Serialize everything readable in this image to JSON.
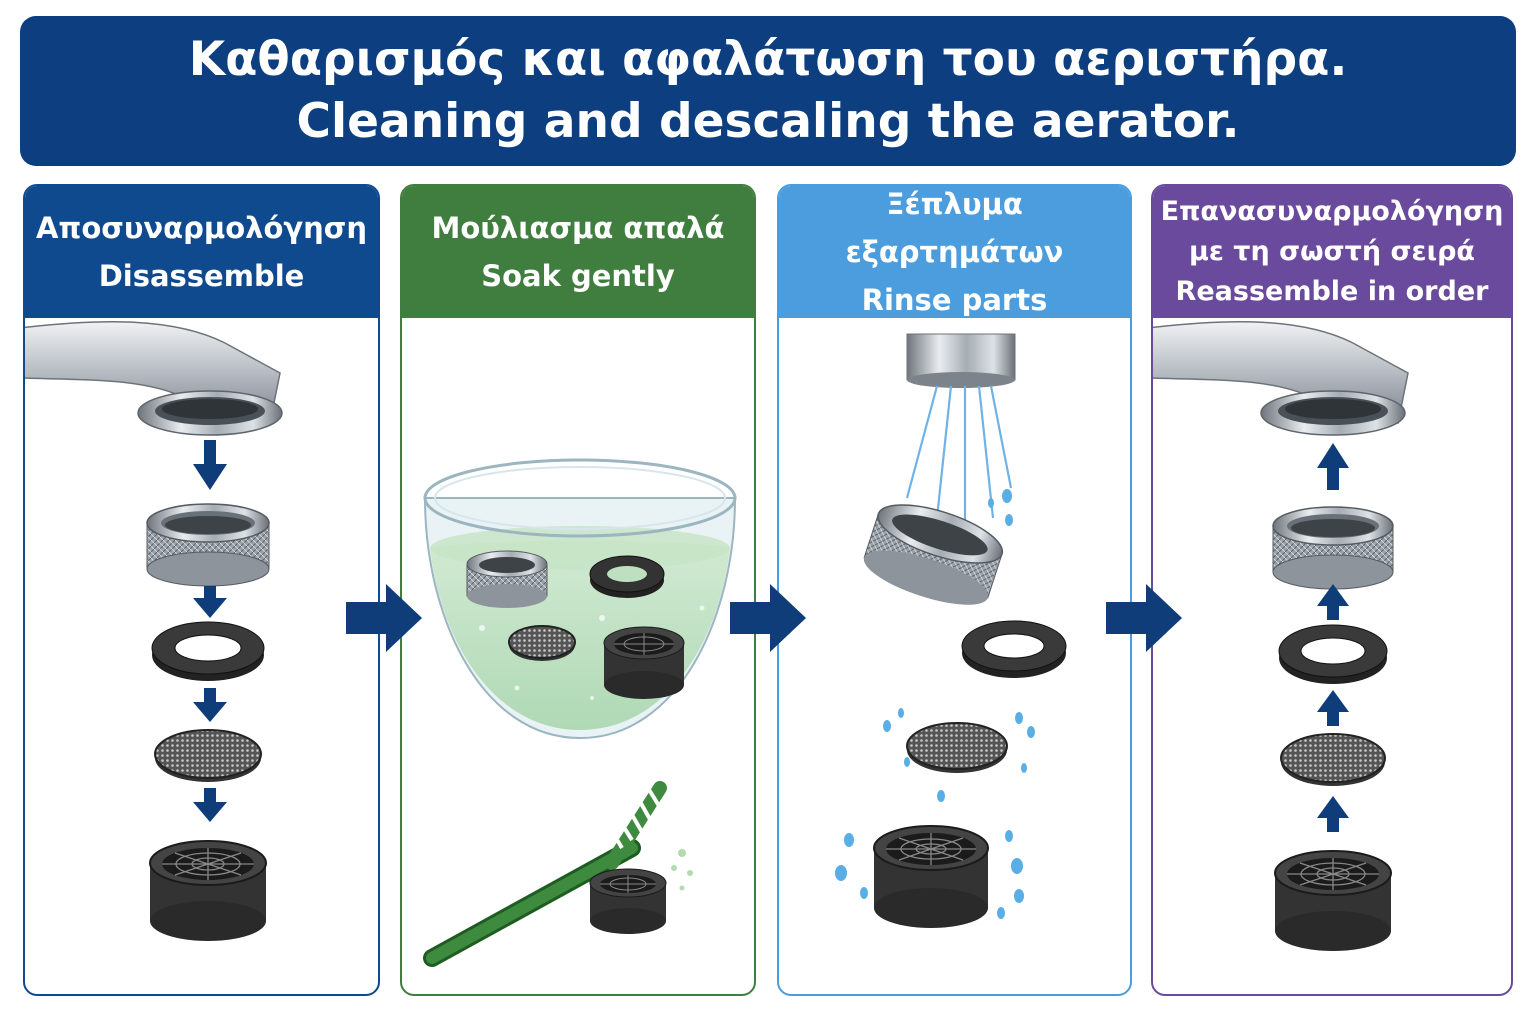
{
  "title": {
    "line1": "Καθαρισμός και αφαλάτωση του αεριστήρα.",
    "line2": "Cleaning and descaling the aerator."
  },
  "steps": [
    {
      "greek": "Αποσυναρμολόγηση",
      "english": "Disassemble",
      "color": "#104a8e"
    },
    {
      "greek": "Μούλιασμα απαλά",
      "english": "Soak gently",
      "color": "#3f7e3e"
    },
    {
      "greek": "Ξέπλυμα εξαρτημάτων",
      "english": "Rinse parts",
      "color": "#4b9ddd"
    },
    {
      "greek_line1": "Επανασυναρμολόγηση",
      "greek_line2": "με τη σωστή σειρά",
      "english": "Reassemble in order",
      "color": "#6a4a9c"
    }
  ],
  "colors": {
    "banner": "#0d3f80",
    "arrow": "#0f3d79"
  },
  "icons": [
    "faucet-icon",
    "housing-ring-icon",
    "rubber-washer-icon",
    "mesh-screen-icon",
    "aerator-insert-icon",
    "soaking-bowl-icon",
    "toothbrush-icon",
    "water-spray-icon",
    "droplet-icon",
    "arrow-down-icon",
    "arrow-up-icon",
    "arrow-right-icon"
  ]
}
